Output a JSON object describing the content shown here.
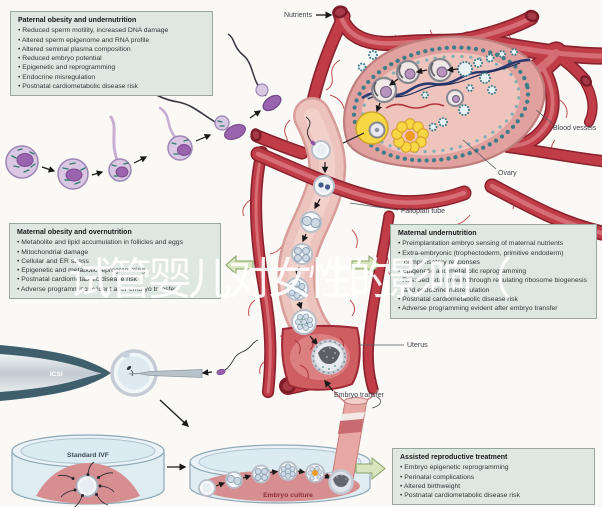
{
  "figure": {
    "watermark": "试管婴儿对女性的影响（",
    "labels": {
      "nutrients": "Nutrients",
      "blood_vessels": "Blood vessels",
      "ovary": "Ovary",
      "fallopian_tube": "Fallopian tube",
      "uterus": "Uterus",
      "embryo_transfer": "Embryo transfer",
      "embryo_culture": "Embryo culture",
      "standard_ivf": "Standard IVF",
      "icsi": "ICSI"
    },
    "boxes": {
      "paternal": {
        "title": "Paternal obesity and undernutrition",
        "items": [
          "Reduced sperm motility, increased DNA damage",
          "Altered sperm epigenome and RNA profile",
          "Altered seminal plasma composition",
          "Reduced embryo potential",
          "Epigenetic and reprogramming",
          "Endocrine misregulation",
          "Postnatal cardiometabolic disease risk"
        ]
      },
      "maternal_obesity": {
        "title": "Maternal obesity and overnutrition",
        "items": [
          "Metabolite and lipid accumulation in follicles and eggs",
          "Mitochondrial damage",
          "Cellular and ER stress",
          "Epigenetic and metabolic reprogramming",
          "Postnatal cardiometabolic disease risk",
          "Adverse programming evident after embryo transfer"
        ]
      },
      "maternal_undernutrition": {
        "title": "Maternal undernutrition",
        "items": [
          "Preimplantation embryo sensing of maternal nutrients",
          "Extra-embryonic (trophectoderm, primitive endoderm) compensatory responses",
          "Epigenetic and metabolic reprogramming",
          "Rescued fetal growth through regulating ribosome biogenesis and endocrine misregulation",
          "Postnatal cardiometabolic disease risk",
          "Adverse programming evident after embryo transfer"
        ]
      },
      "assisted_reproductive": {
        "title": "Assisted reproductive treatment",
        "items": [
          "Embryo epigenetic reprogramming",
          "Perinatal complications",
          "Altered birthweight",
          "Postnatal cardiometabolic disease risk"
        ]
      }
    },
    "colors": {
      "vessel": "#c03d48",
      "vessel_dark": "#8a222e",
      "tube_pink": "#ecc3bd",
      "ovary_pink": "#e0a19f",
      "follicle_yellow": "#f7d844",
      "sperm_purple": "#9a63ad",
      "dish_blue": "#dcebf2",
      "medium_pink": "#d78e90",
      "box_bg": "#dee7e1",
      "green_arrow": "#d9e5bc",
      "watermark": "#ffffff"
    }
  }
}
